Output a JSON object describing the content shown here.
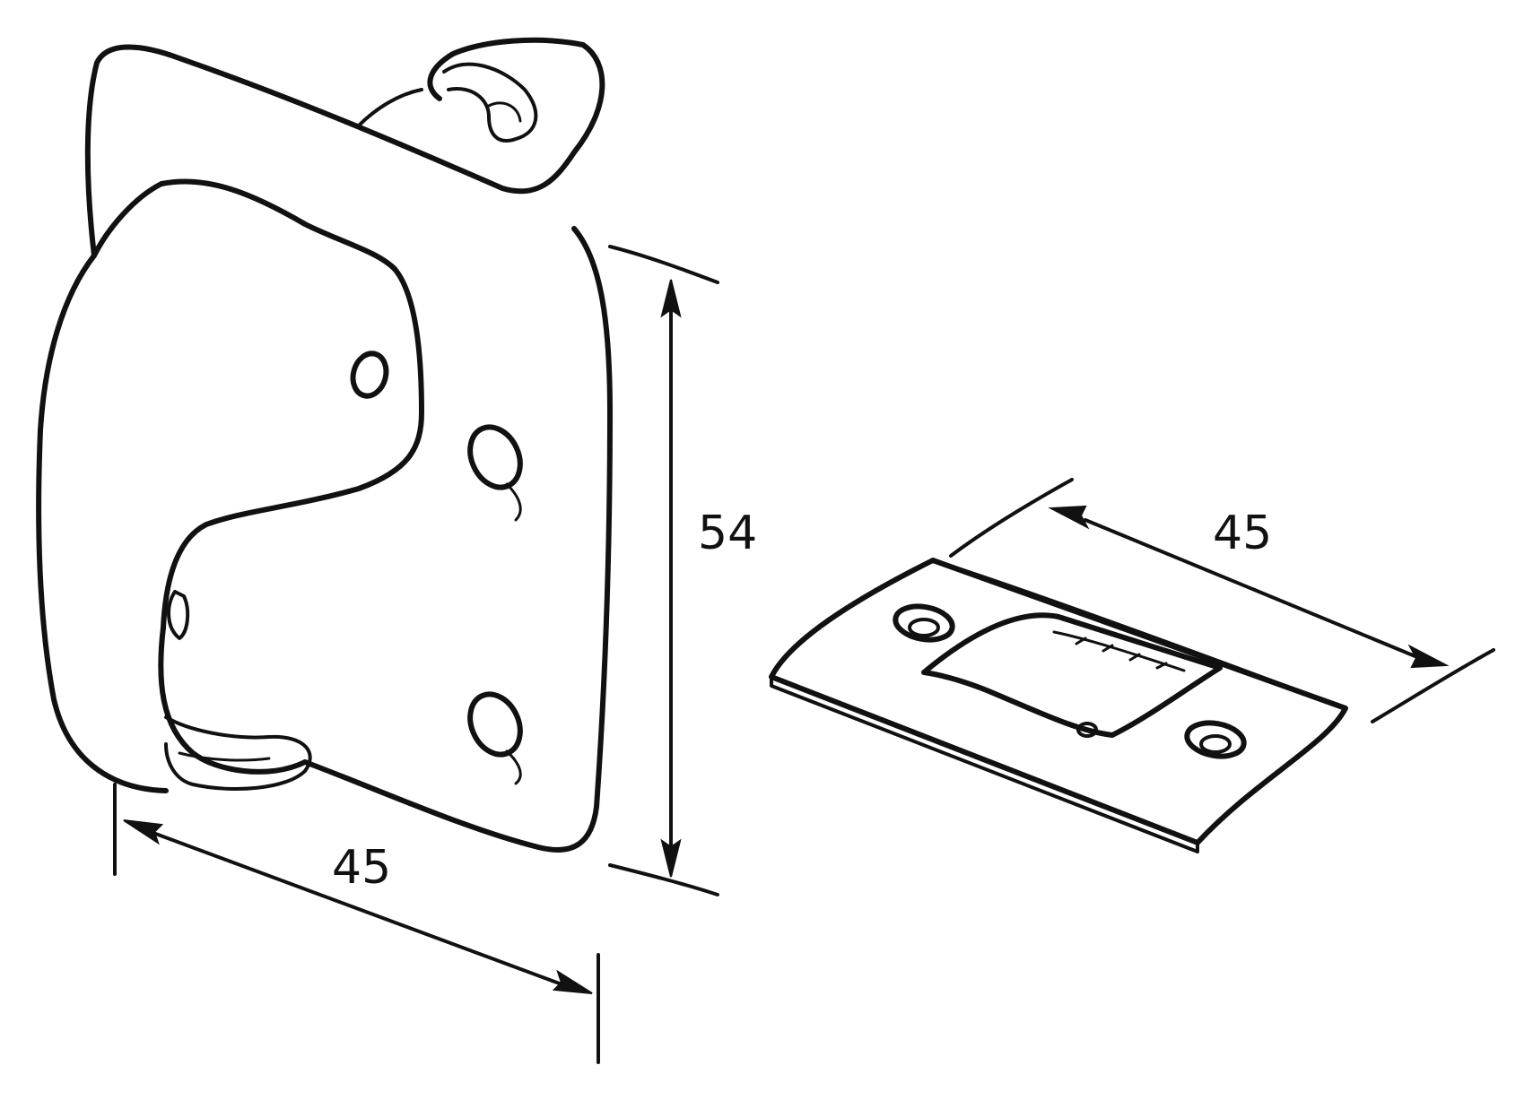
{
  "dimensions": {
    "bracket_height": "54",
    "bracket_width": "45",
    "plate_width": "45"
  },
  "colors": {
    "ink": "#111111",
    "background": "#ffffff"
  }
}
